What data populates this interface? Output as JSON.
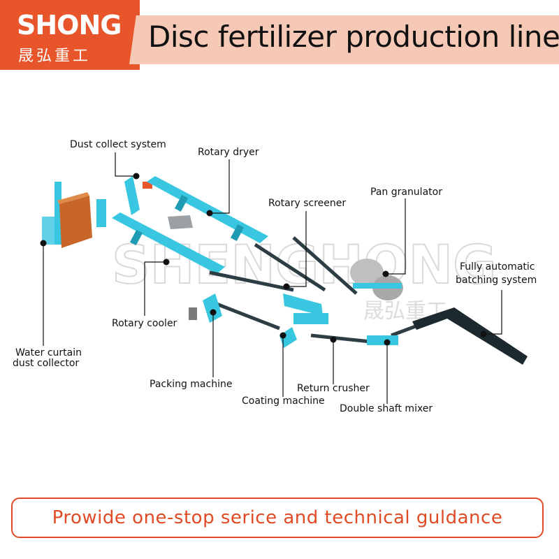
{
  "header": {
    "logo_text": "SHONG",
    "logo_subtext": "晟弘重工",
    "title": "Disc fertilizer production line",
    "brand_color": "#e8552a",
    "title_bg_color": "#f6c9b6"
  },
  "diagram": {
    "watermark": "SHENGHONG",
    "watermark_sub": "晟弘重工",
    "equipment_color": "#38c6e0",
    "labels": {
      "dust_collect_system": "Dust collect system",
      "rotary_dryer": "Rotary dryer",
      "rotary_screener": "Rotary screener",
      "pan_granulator": "Pan granulator",
      "fully_automatic_1": "Fully automatic",
      "fully_automatic_2": "batching system",
      "rotary_cooler": "Rotary cooler",
      "water_curtain_1": "Water curtain",
      "water_curtain_2": "dust collector",
      "packing_machine": "Packing machine",
      "return_crusher": "Return crusher",
      "coating_machine": "Coating machine",
      "double_shaft_mixer": "Double shaft mixer"
    }
  },
  "footer": {
    "text": "Prowide one-stop serice and technical guldance",
    "accent_color": "#e04a24"
  }
}
